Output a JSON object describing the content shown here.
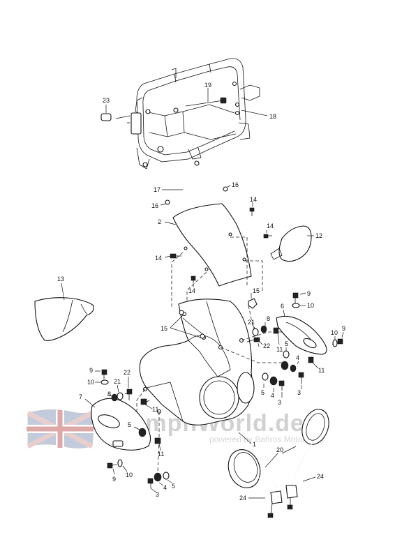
{
  "labels": {
    "l2": "2",
    "l3a": "3",
    "l3b": "3",
    "l3c": "3",
    "l4a": "4",
    "l4b": "4",
    "l4c": "4",
    "l5a": "5",
    "l5b": "5",
    "l5c": "5",
    "l5d": "5",
    "l6": "6",
    "l7": "7",
    "l8a": "8",
    "l8b": "8",
    "l9a": "9",
    "l9b": "9",
    "l9c": "9",
    "l9d": "9",
    "l10a": "10",
    "l10b": "10",
    "l10c": "10",
    "l10d": "10",
    "l11a": "11",
    "l11b": "11",
    "l11c": "11",
    "l11d": "11",
    "l12": "12",
    "l13": "13",
    "l14a": "14",
    "l14b": "14",
    "l14c": "14",
    "l14d": "14",
    "l15a": "15",
    "l15b": "15",
    "l16a": "16",
    "l16b": "16",
    "l17": "17",
    "l18": "18",
    "l19": "19",
    "l20": "20",
    "l21a": "21",
    "l21b": "21",
    "l22a": "22",
    "l22b": "22",
    "l23": "23",
    "l24a": "24",
    "l24b": "24",
    "l1": "1"
  },
  "watermark": {
    "title": "TriumphWorld.de",
    "subtitle": "powered by Bahros Motorräder"
  },
  "colors": {
    "line": "#111111",
    "watermark": "#c9c9c9",
    "flag_red": "#d8a0a0",
    "flag_blue": "#a8b4cc"
  }
}
